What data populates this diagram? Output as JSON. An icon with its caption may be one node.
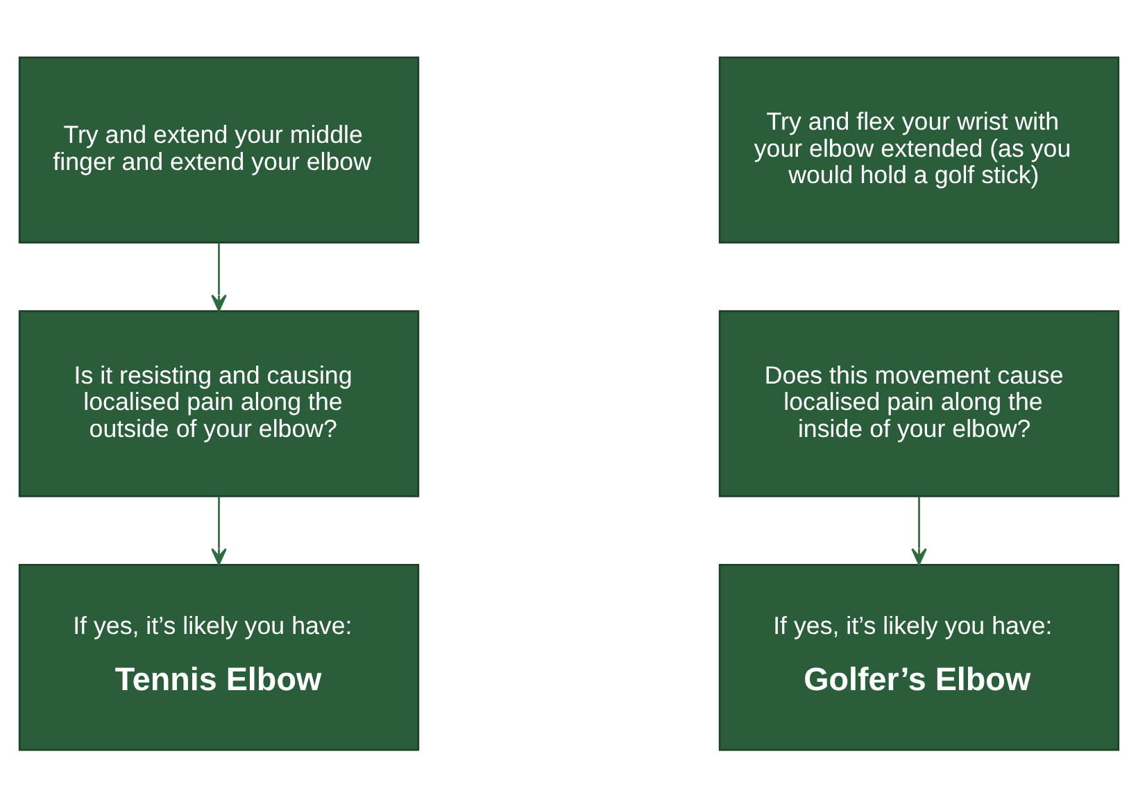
{
  "diagram": {
    "nodes": [
      {
        "text": [
          "Try and extend your middle finger and extend your elbow"
        ]
      },
      {
        "text": [
          "Is it resisting and causing localised pain along the outside of your elbow?"
        ]
      },
      {
        "text": [
          "If yes, it’s likely you have:",
          "Tennis Elbow"
        ]
      },
      {
        "text": [
          "Try and flex your wrist with your elbow extended (as you would hold a golf stick)"
        ]
      },
      {
        "text": [
          "Does this movement cause localised pain along the inside of your elbow?"
        ]
      },
      {
        "text": [
          "If yes, it’s likely you have:",
          "Golfer’s Elbow"
        ]
      }
    ],
    "edges": [
      {
        "from": 0,
        "to": 1,
        "arrow": "to"
      },
      {
        "from": 1,
        "to": 2,
        "arrow": "to"
      },
      {
        "from": 4,
        "to": 5,
        "arrow": "to"
      }
    ]
  }
}
